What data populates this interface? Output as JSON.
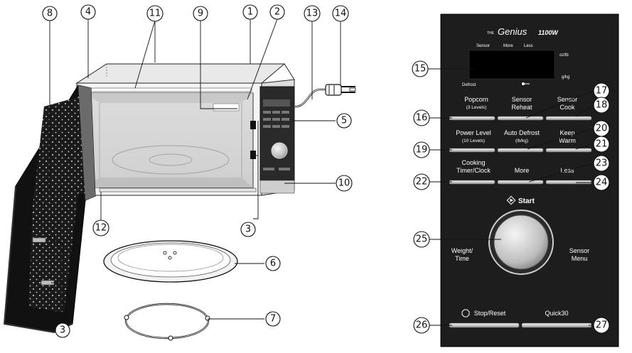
{
  "callouts": [
    {
      "n": "1"
    },
    {
      "n": "2"
    },
    {
      "n": "3"
    },
    {
      "n": "4"
    },
    {
      "n": "5"
    },
    {
      "n": "6"
    },
    {
      "n": "7"
    },
    {
      "n": "8"
    },
    {
      "n": "9"
    },
    {
      "n": "10"
    },
    {
      "n": "11"
    },
    {
      "n": "12"
    },
    {
      "n": "13"
    },
    {
      "n": "14"
    },
    {
      "n": "15"
    },
    {
      "n": "16"
    },
    {
      "n": "17"
    },
    {
      "n": "18"
    },
    {
      "n": "19"
    },
    {
      "n": "20"
    },
    {
      "n": "21"
    },
    {
      "n": "22"
    },
    {
      "n": "23"
    },
    {
      "n": "24"
    },
    {
      "n": "25"
    },
    {
      "n": "26"
    },
    {
      "n": "27"
    }
  ],
  "panel": {
    "brand_prefix": "THE",
    "brand_name": "Genius",
    "brand_suffix": "1100W",
    "display": {
      "indicators": [
        "Sensor",
        "More",
        "Less"
      ],
      "unit_top": "oz/lb",
      "unit_bottom": "g/kg",
      "defrost": "Defrost"
    },
    "buttons": {
      "popcorn": {
        "label": "Popcorn",
        "sub": "(3 Levels)"
      },
      "sensor_reheat": {
        "label1": "Sensor",
        "label2": "Reheat"
      },
      "sensor_cook": {
        "label1": "Sensor",
        "label2": "Cook"
      },
      "power_level": {
        "label": "Power Level",
        "sub": "(10 Levels)"
      },
      "auto_defrost": {
        "label": "Auto Defrost",
        "sub": "(lb/kg)"
      },
      "keep_warm": {
        "label1": "Keep",
        "label2": "Warm"
      },
      "cooking_timer": {
        "label1": "Cooking",
        "label2": "Timer/Clock"
      },
      "more": {
        "label": "More"
      },
      "less": {
        "label": "Less"
      },
      "stop_reset": {
        "label": "Stop/Reset"
      },
      "quick30": {
        "label": "Quick30"
      }
    },
    "start": "Start",
    "dial_left": {
      "l1": "Weight/",
      "l2": "Time"
    },
    "dial_right": {
      "l1": "Sensor",
      "l2": "Menu"
    }
  }
}
